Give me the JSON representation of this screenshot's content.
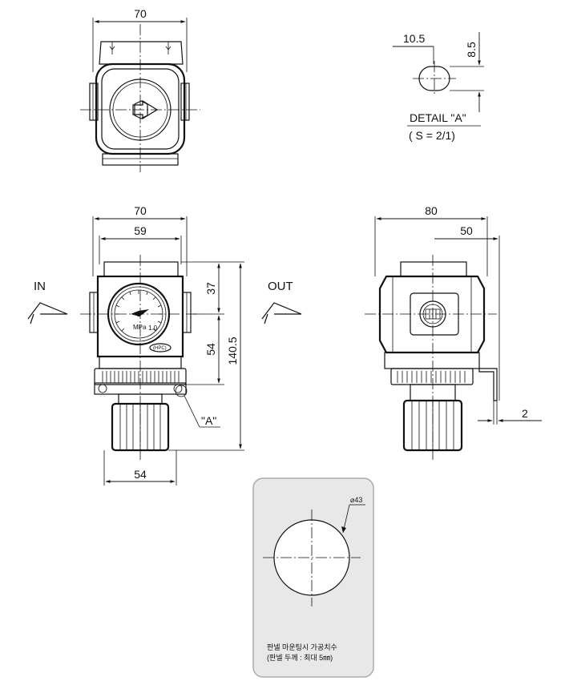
{
  "top_view": {
    "width_dim": "70"
  },
  "detail_a": {
    "dim_h": "10.5",
    "dim_v": "8.5",
    "title": "DETAIL \"A\"",
    "scale": "( S =  2/1)"
  },
  "front_view": {
    "width_outer": "70",
    "width_inner": "59",
    "height_upper": "37",
    "height_mid": "54",
    "height_total": "140.5",
    "width_knob": "54",
    "callout": "\"A\"",
    "in_label": "IN",
    "out_label": "OUT",
    "gauge_unit": "MPa",
    "gauge_max": "1.0",
    "brand": "(HPC)"
  },
  "side_view": {
    "width_outer": "80",
    "width_partial": "50",
    "thickness": "2"
  },
  "panel_cutout": {
    "diameter": "⌀43",
    "note_line1": "판넬 마운팅시 가공치수",
    "note_line2": "(판넬 두께 : 최대 5㎜)"
  }
}
